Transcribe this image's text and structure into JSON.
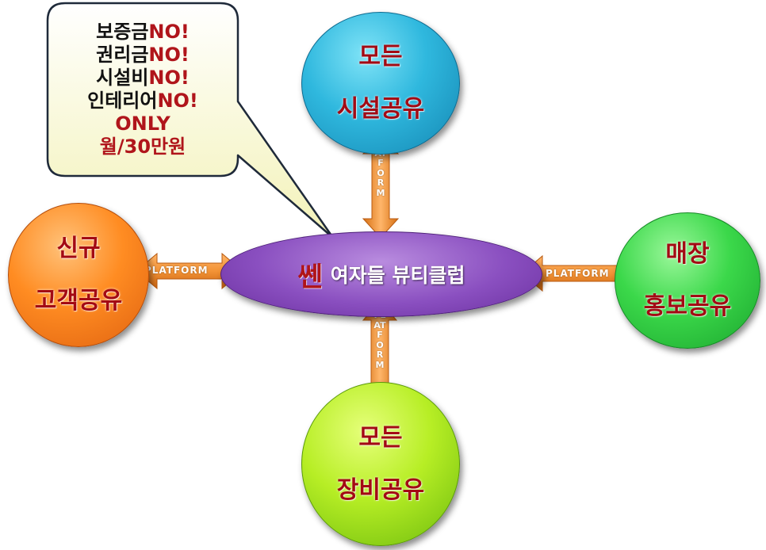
{
  "callout": {
    "line1_ko": "보증금",
    "line1_no": "NO!",
    "line2_ko": "권리금",
    "line2_no": "NO!",
    "line3_ko": "시설비",
    "line3_no": "NO!",
    "line4_ko": "인테리어",
    "line4_no": "NO!",
    "line5": "ONLY",
    "line6": "월/30만원"
  },
  "center": {
    "brand": "쎈",
    "name": "여자들 뷰티클럽"
  },
  "nodes": {
    "top": {
      "line1": "모든",
      "line2": "시설공유"
    },
    "bottom": {
      "line1": "모든",
      "line2": "장비공유"
    },
    "left": {
      "line1": "신규",
      "line2": "고객공유"
    },
    "right": {
      "line1": "매장",
      "line2": "홍보공유"
    }
  },
  "arrows": {
    "top_label": "PLATFORM",
    "bottom_label": "PLATFORM",
    "left_label": "PLATFORM",
    "right_label": "PLATFORM"
  },
  "colors": {
    "top_node": "#2fb8de",
    "bottom_node": "#b7ee25",
    "left_node": "#ff8c22",
    "right_node": "#3bd84a",
    "center": "#8a4fc0",
    "callout_fill": "#fbfbd2",
    "arrow": "#f29a3a",
    "text_red": "#a30a14"
  }
}
